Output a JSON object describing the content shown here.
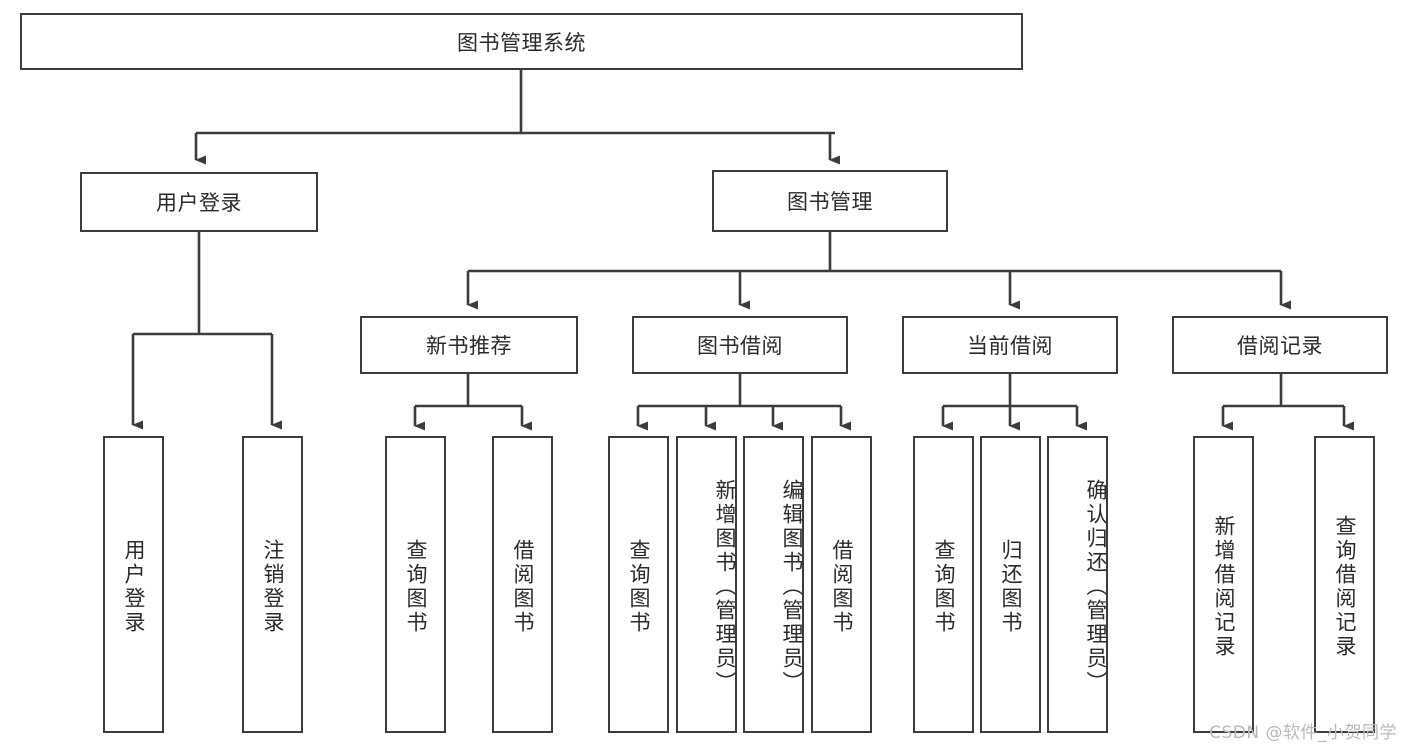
{
  "diagram": {
    "type": "hierarchy-tree",
    "title": "图书管理系统",
    "background_color": "#ffffff",
    "line_color": "#3c3c3c",
    "text_color": "#2b2b2b",
    "levels": 4,
    "root": {
      "label": "图书管理系统",
      "id": "root",
      "children": [
        "user-login",
        "book-management"
      ]
    },
    "level2": [
      {
        "id": "user-login",
        "label": "用户登录"
      },
      {
        "id": "book-management",
        "label": "图书管理"
      }
    ],
    "level3": [
      {
        "id": "new-book-recommend",
        "label": "新书推荐",
        "parent": "book-management"
      },
      {
        "id": "book-borrow",
        "label": "图书借阅",
        "parent": "book-management"
      },
      {
        "id": "current-borrow",
        "label": "当前借阅",
        "parent": "book-management"
      },
      {
        "id": "borrow-record",
        "label": "借阅记录",
        "parent": "book-management"
      }
    ],
    "leaves": {
      "user_login": [
        {
          "id": "leaf-user-login",
          "label": "用户登录"
        },
        {
          "id": "leaf-user-logout",
          "label": "注销登录"
        }
      ],
      "new_book_recommend": [
        {
          "id": "leaf-query-book-1",
          "label": "查询图书"
        },
        {
          "id": "leaf-borrow-book-1",
          "label": "借阅图书"
        }
      ],
      "book_borrow": [
        {
          "id": "leaf-query-book-2",
          "label": "查询图书"
        },
        {
          "id": "leaf-add-book",
          "label": "新增图书（管理员）"
        },
        {
          "id": "leaf-edit-book",
          "label": "编辑图书（管理员）"
        },
        {
          "id": "leaf-borrow-book-2",
          "label": "借阅图书"
        }
      ],
      "current_borrow": [
        {
          "id": "leaf-query-book-3",
          "label": "查询图书"
        },
        {
          "id": "leaf-return-book",
          "label": "归还图书"
        },
        {
          "id": "leaf-confirm-return",
          "label": "确认归还（管理员）"
        }
      ],
      "borrow_record": [
        {
          "id": "leaf-add-record",
          "label": "新增借阅记录"
        },
        {
          "id": "leaf-query-record",
          "label": "查询借阅记录"
        }
      ]
    }
  },
  "watermark": {
    "text": "CSDN @软件_小贺同学"
  }
}
